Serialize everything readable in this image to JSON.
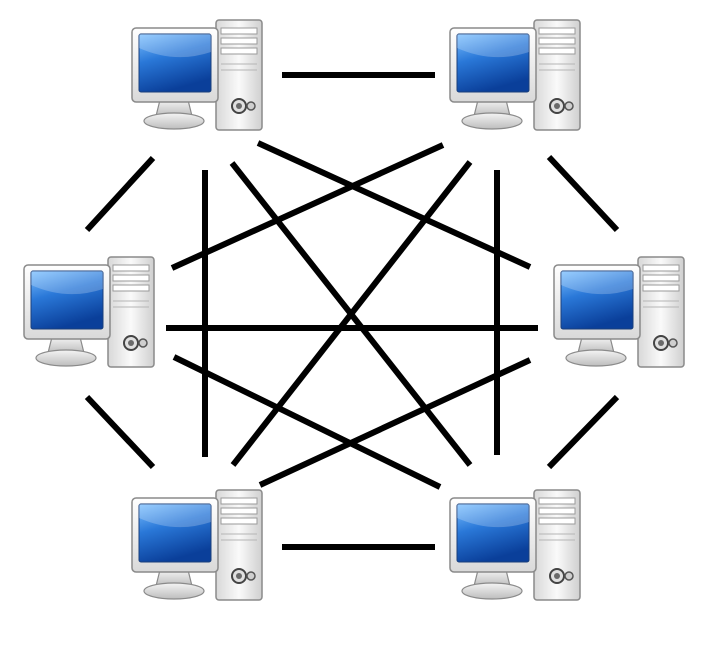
{
  "diagram": {
    "type": "full-mesh-network",
    "nodes": [
      {
        "id": "top-left",
        "icon": "desktop-computer-icon"
      },
      {
        "id": "top-right",
        "icon": "desktop-computer-icon"
      },
      {
        "id": "middle-left",
        "icon": "desktop-computer-icon"
      },
      {
        "id": "middle-right",
        "icon": "desktop-computer-icon"
      },
      {
        "id": "bottom-left",
        "icon": "desktop-computer-icon"
      },
      {
        "id": "bottom-right",
        "icon": "desktop-computer-icon"
      }
    ],
    "edges": [
      [
        "top-left",
        "top-right"
      ],
      [
        "top-left",
        "middle-left"
      ],
      [
        "top-left",
        "middle-right"
      ],
      [
        "top-left",
        "bottom-left"
      ],
      [
        "top-left",
        "bottom-right"
      ],
      [
        "top-right",
        "middle-left"
      ],
      [
        "top-right",
        "middle-right"
      ],
      [
        "top-right",
        "bottom-left"
      ],
      [
        "top-right",
        "bottom-right"
      ],
      [
        "middle-left",
        "middle-right"
      ],
      [
        "middle-left",
        "bottom-left"
      ],
      [
        "middle-left",
        "bottom-right"
      ],
      [
        "middle-right",
        "bottom-left"
      ],
      [
        "middle-right",
        "bottom-right"
      ],
      [
        "bottom-left",
        "bottom-right"
      ]
    ],
    "colors": {
      "link": "#000000",
      "screen_light": "#5aa8f0",
      "screen_dark": "#0a3f9a",
      "bezel": "#f2f2f2",
      "case": "#e9e9e9",
      "outline": "#8a8a8a",
      "background": "#ffffff"
    }
  }
}
